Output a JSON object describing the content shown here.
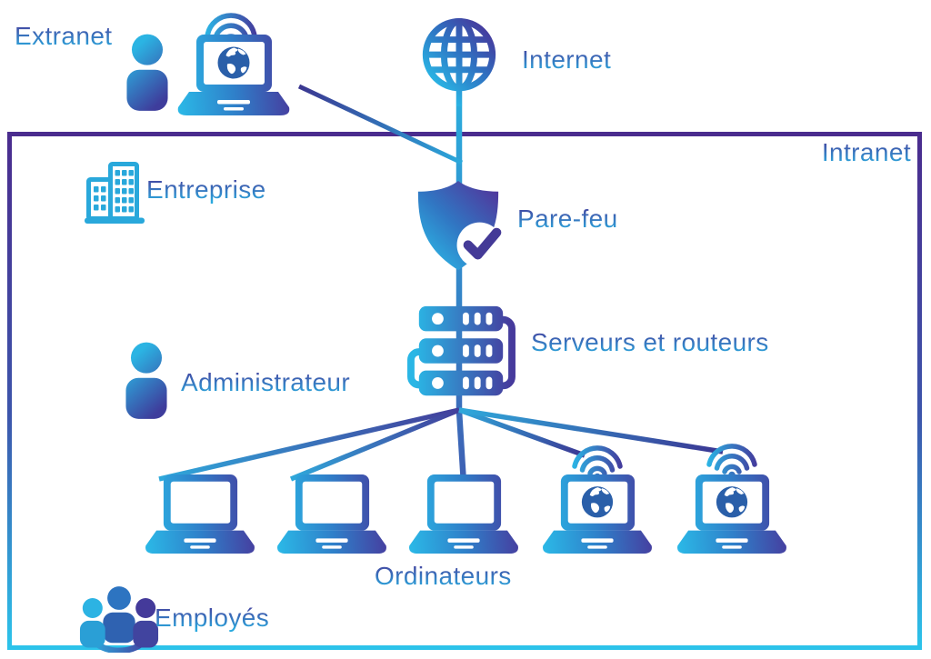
{
  "labels": {
    "extranet": "Extranet",
    "internet": "Internet",
    "intranet": "Intranet",
    "entreprise": "Entreprise",
    "pare_feu": "Pare-feu",
    "serveurs_routeurs": "Serveurs et routeurs",
    "administrateur": "Administrateur",
    "ordinateurs": "Ordinateurs",
    "employes": "Employés"
  },
  "icons": {
    "internet": "globe-grid-icon",
    "extranet_user": "person-icon",
    "extranet_laptop": "laptop-wifi-globe-icon",
    "entreprise": "office-building-icon",
    "pare_feu": "shield-check-icon",
    "serveurs_routeurs": "server-stack-icon",
    "administrateur": "person-icon",
    "ordinateurs": "laptop-icons (3 wired, 2 wifi with globe)",
    "employes": "people-group-icon"
  },
  "colors": {
    "gradient_cyan": "#2bb5e4",
    "gradient_indigo": "#44389b",
    "border_gradient_top": "#4a2c8e",
    "border_gradient_bottom": "#2cc3ea",
    "label_gradient_top": "#45419e",
    "label_gradient_bottom": "#2aa9de",
    "building_cyan": "#29a8db",
    "check_purple": "#443a97"
  },
  "connections": [
    "extranet-laptop → internet-link",
    "internet → pare-feu",
    "pare-feu → serveurs-et-routeurs",
    "serveurs → ordinateur-1",
    "serveurs → ordinateur-2",
    "serveurs → ordinateur-3",
    "serveurs → ordinateur-wifi-4",
    "serveurs → ordinateur-wifi-5"
  ]
}
